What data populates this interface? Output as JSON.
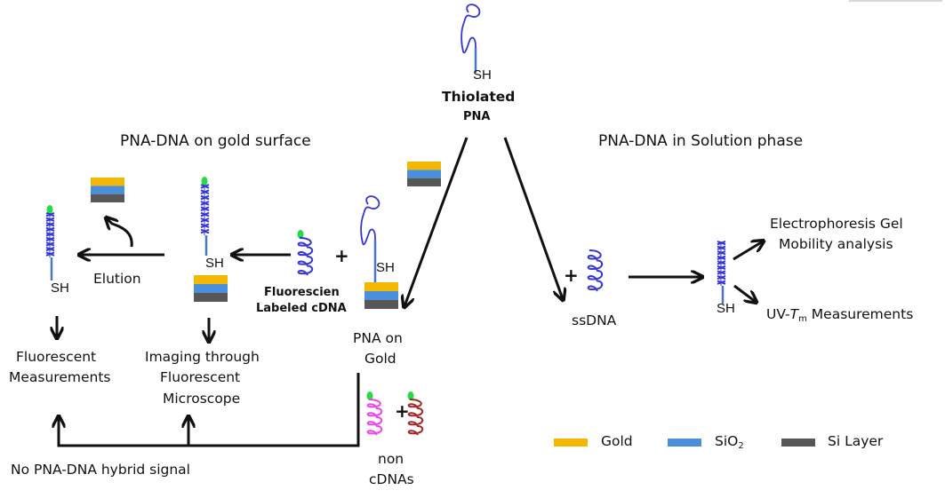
{
  "section_titles": {
    "left": "PNA-DNA on gold surface",
    "right": "PNA-DNA in Solution phase"
  },
  "top": {
    "sh": "SH",
    "line1": "Thiolated",
    "line2": "PNA"
  },
  "labels": {
    "elution": "Elution",
    "fluorescent_measurements_1": "Fluorescent",
    "fluorescent_measurements_2": "Measurements",
    "imaging_1": "Imaging through",
    "imaging_2": "Fluorescent",
    "imaging_3": "Microscope",
    "fluorescein_1": "Fluorescien",
    "fluorescein_2": "Labeled cDNA",
    "pna_on_gold_1": "PNA on",
    "pna_on_gold_2": "Gold",
    "non_cdna_1": "non",
    "non_cdna_2": "cDNAs",
    "no_signal": "No PNA-DNA hybrid signal",
    "ssdna": "ssDNA",
    "electrophoresis_1": "Electrophoresis Gel",
    "electrophoresis_2": "Mobility analysis",
    "uv_prefix": "UV-",
    "uv_T": "T",
    "uv_sub": "m",
    "uv_suffix": " Measurements",
    "sh": "SH",
    "plus": "+"
  },
  "legend": [
    {
      "label": "Gold",
      "sub": "",
      "color": "#f5b800"
    },
    {
      "label": "SiO",
      "sub": "2",
      "color": "#4a8fdc"
    },
    {
      "label": "Si Layer",
      "sub": "",
      "color": "#575757"
    }
  ],
  "colors": {
    "gold": "#f5b800",
    "sio2": "#4a8fdc",
    "si": "#575757",
    "dna_blue": "#3535d8",
    "linker": "#4a78c0",
    "fluor": "#22dd44",
    "noncdna_pink": "#ee44ee",
    "noncdna_brown": "#a02828",
    "arrow": "#111111"
  }
}
